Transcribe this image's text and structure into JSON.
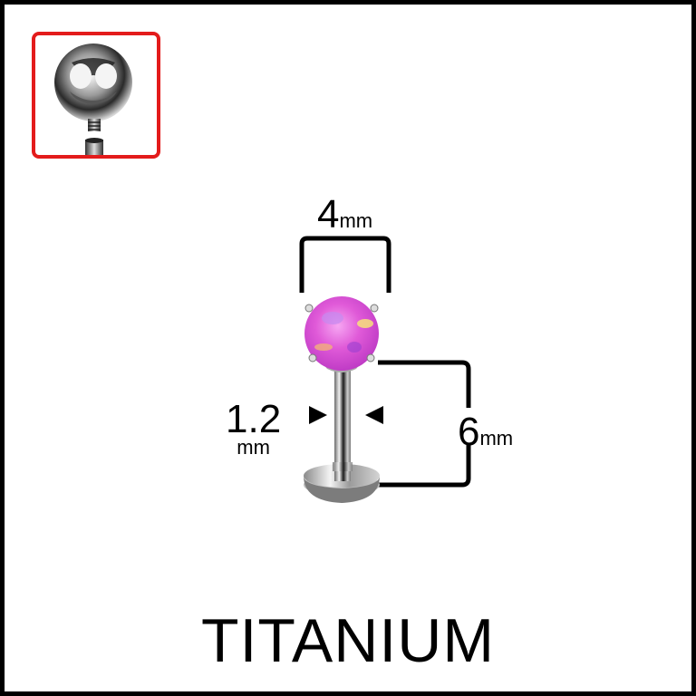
{
  "thumbnail": {
    "description": "threaded ball top closeup",
    "border_color": "#e31b1b"
  },
  "product": {
    "gem_color": "#e05ad8",
    "metal_color": "#b8b8b8"
  },
  "dimensions": {
    "top_width": {
      "value": "4",
      "unit": "mm"
    },
    "gauge": {
      "value": "1.2",
      "unit": "mm"
    },
    "length": {
      "value": "6",
      "unit": "mm"
    }
  },
  "material_label": "TITANIUM"
}
